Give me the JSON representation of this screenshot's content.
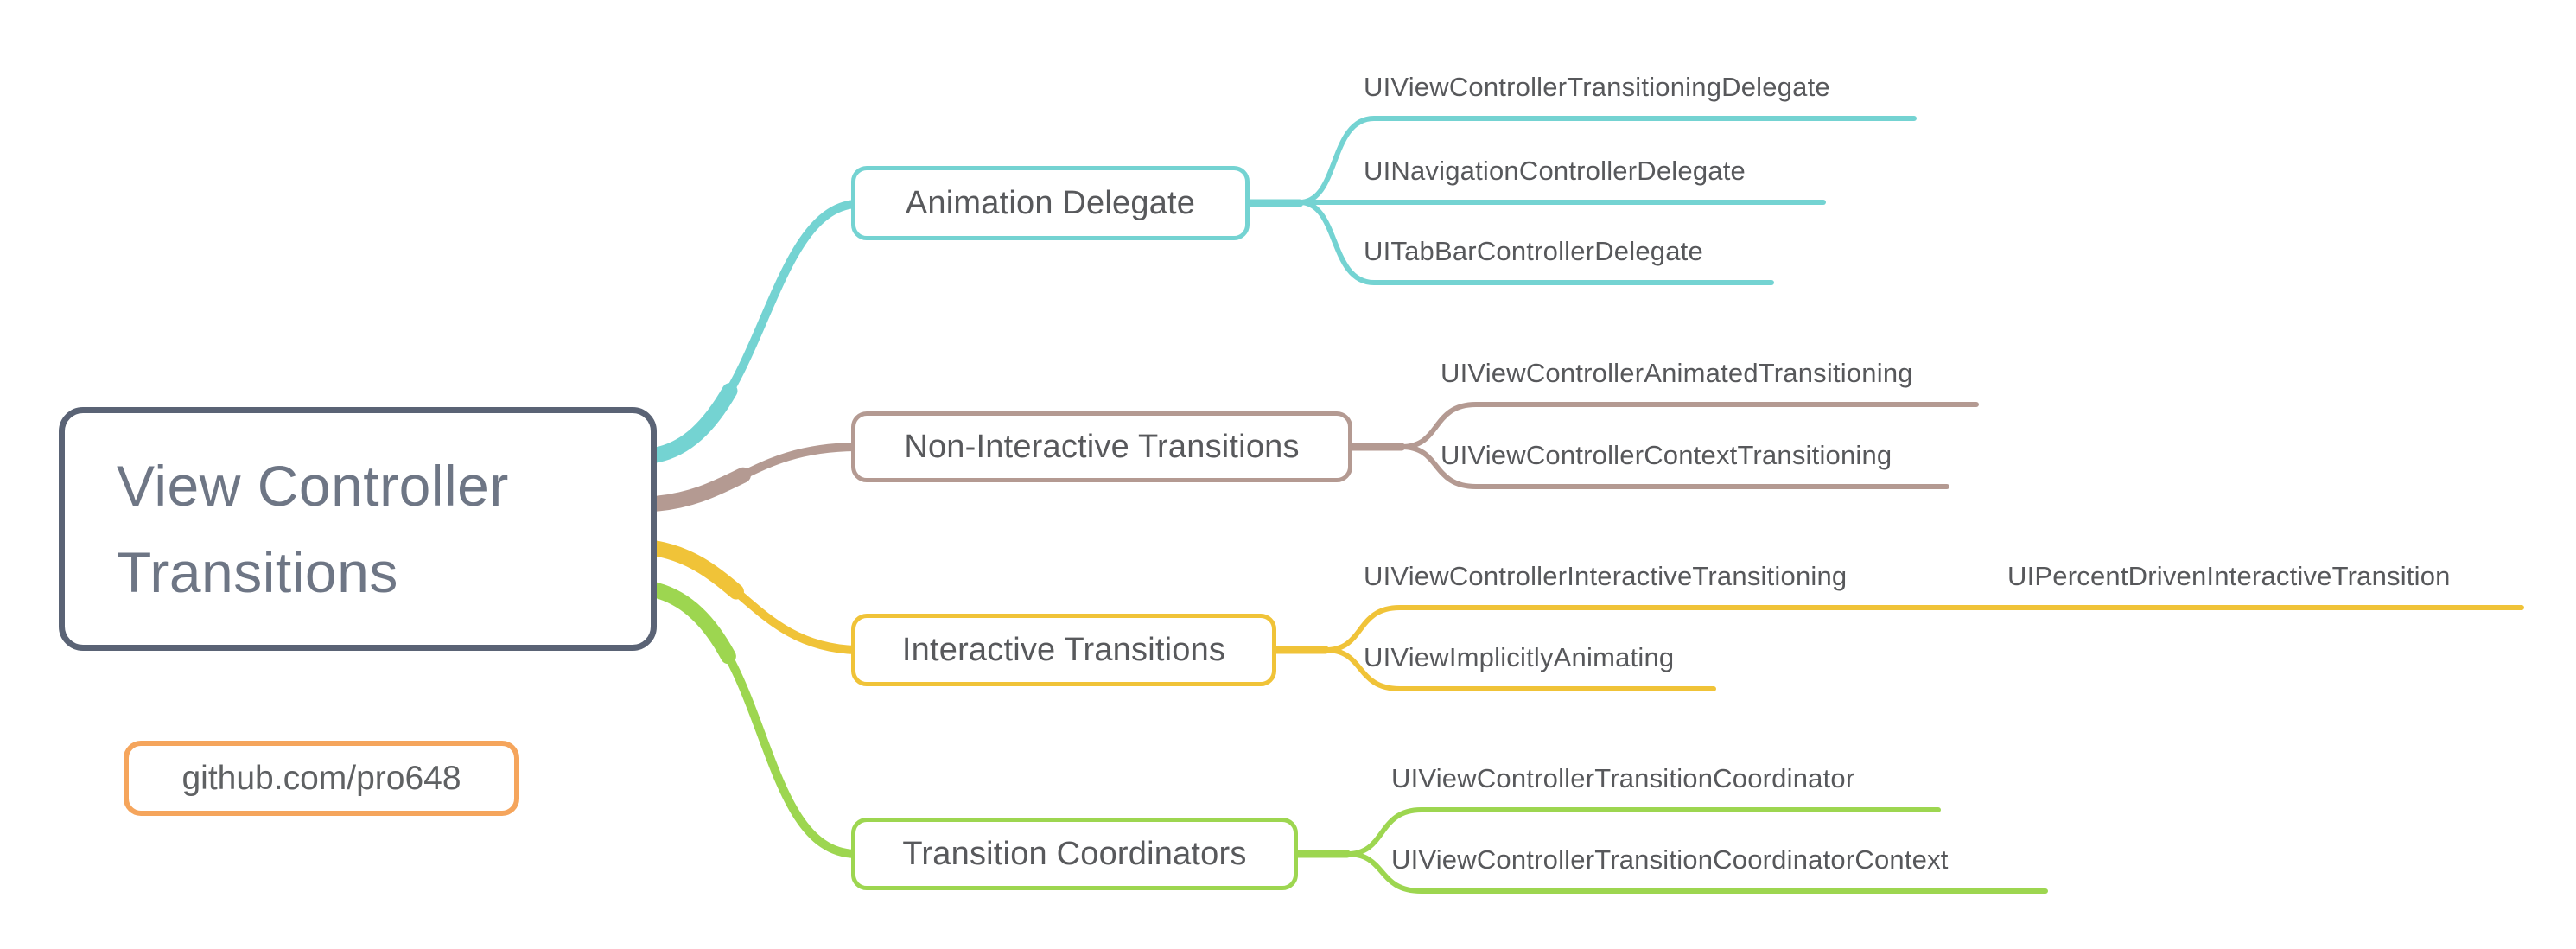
{
  "palette": {
    "root_border": "#5a6375",
    "teal": "#74d3d2",
    "taupe": "#b49a92",
    "yellow": "#f0c338",
    "green": "#9dd650",
    "orange": "#f5a55c"
  },
  "root": {
    "label": "View Controller Transitions"
  },
  "badge": {
    "label": "github.com/pro648"
  },
  "branches": [
    {
      "label": "Animation Delegate",
      "color": "#74d3d2",
      "children": [
        {
          "label": "UIViewControllerTransitioningDelegate"
        },
        {
          "label": "UINavigationControllerDelegate"
        },
        {
          "label": "UITabBarControllerDelegate"
        }
      ]
    },
    {
      "label": "Non-Interactive Transitions",
      "color": "#b49a92",
      "children": [
        {
          "label": "UIViewControllerAnimatedTransitioning"
        },
        {
          "label": "UIViewControllerContextTransitioning"
        }
      ]
    },
    {
      "label": "Interactive Transitions",
      "color": "#f0c338",
      "children": [
        {
          "label": "UIViewControllerInteractiveTransitioning",
          "children": [
            {
              "label": "UIPercentDrivenInteractiveTransition"
            }
          ]
        },
        {
          "label": "UIViewImplicitlyAnimating"
        }
      ]
    },
    {
      "label": "Transition Coordinators",
      "color": "#9dd650",
      "children": [
        {
          "label": "UIViewControllerTransitionCoordinator"
        },
        {
          "label": "UIViewControllerTransitionCoordinatorContext"
        }
      ]
    }
  ]
}
